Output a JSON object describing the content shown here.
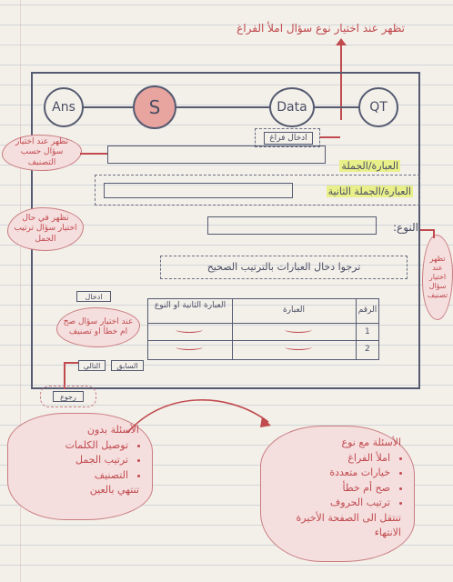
{
  "top_note": "تظهر عند اختيار نوع سؤال املأ الفراغ",
  "steps": [
    {
      "label": "Ans",
      "active": false
    },
    {
      "label": "S",
      "active": true
    },
    {
      "label": "Data",
      "active": false
    },
    {
      "label": "QT",
      "active": false
    }
  ],
  "form": {
    "add_blank_label": "ادخال فراغ",
    "sentence_label": "العبارة/الجملة",
    "second_sentence_label": "العبارة/الجملة الثانية",
    "type_label": "النوع:",
    "order_note": "ترجوا دخال العبارات بالترتيب الصحيح",
    "add_button": "ادخال",
    "back_button": "السابق",
    "next_button": "التالي",
    "bottom_button": "رجوع"
  },
  "table": {
    "headers": [
      "الرقم",
      "العبارة",
      "العبارة الثانية او النوع"
    ],
    "rows": [
      {
        "num": "1"
      },
      {
        "num": "2"
      }
    ]
  },
  "notes": {
    "left_top": "تظهر عند اختيار سؤال حسب التصنيف",
    "left_mid": "تظهر في حال اختيار سؤال ترتيب الجمل",
    "left_table": "عند اختيار سؤال صح ام خطأ او تصنيف",
    "right_side": "تظهر عند اختيار سؤال تصنيف"
  },
  "bottom_left": {
    "title": "الأسئلة بدون",
    "items": [
      "توصيل الكلمات",
      "ترتيب الجمل",
      "التصنيف"
    ],
    "footer": "تنتهي بالعين"
  },
  "bottom_right": {
    "title": "الأسئلة مع نوع",
    "items": [
      "املأ الفراغ",
      "خيارات متعددة",
      "صح أم خطأ",
      "ترتيب الحروف"
    ],
    "footer": "تنتقل الى الصفحة الأخيرة الانتهاء"
  }
}
